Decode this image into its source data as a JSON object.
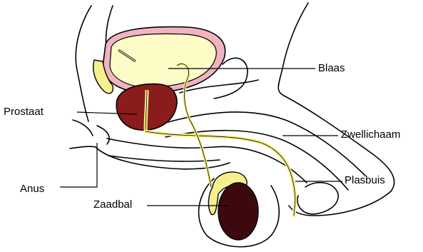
{
  "labels": {
    "blaas": "Blaas",
    "prostaat": "Prostaat",
    "zwellichaam": "Zwellichaam",
    "plasbuis": "Plasbuis",
    "anus": "Anus",
    "zaadbal": "Zaadbal"
  },
  "colors": {
    "outline": "#000000",
    "bladder_fill": "#fdfbc6",
    "bladder_wall": "#f0b4c0",
    "prostate": "#8a1c1c",
    "testis": "#3c0a0e",
    "duct_yellow": "#f5f08c",
    "background": "#ffffff"
  }
}
